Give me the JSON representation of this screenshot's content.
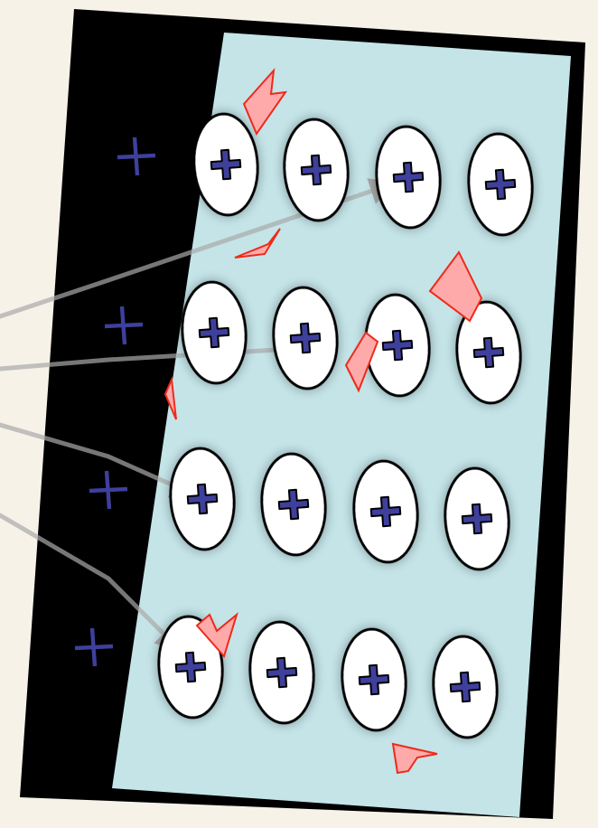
{
  "diagram": {
    "description_free": true,
    "colors": {
      "background": "#f6f2e7",
      "frame": "#000000",
      "field_region": "#c4e4e8",
      "ion_fill": "#ffffff",
      "ion_stroke": "#000000",
      "plus_sign": "#3f3f9c",
      "fragment_fill": "#ffaaaa",
      "fragment_stroke": "#ee2a1a",
      "arrow": "#a9a9a9"
    },
    "ion_grid": {
      "rows": 4,
      "columns": 4,
      "ion_symbol": "+"
    },
    "edge_charges": {
      "count": 4,
      "symbol": "+"
    },
    "fragments": {
      "count": 7
    },
    "arrows": {
      "count": 4
    }
  }
}
